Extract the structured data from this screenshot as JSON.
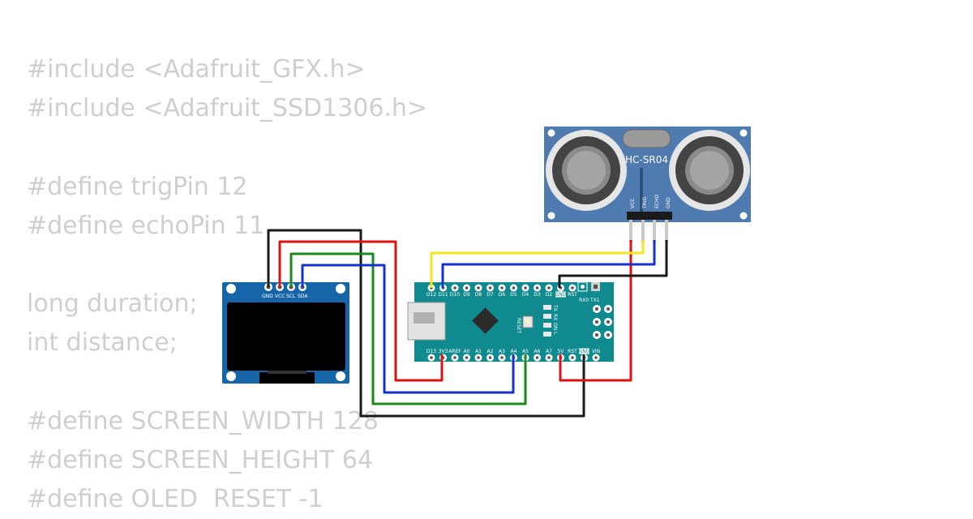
{
  "code": {
    "lines": [
      "#include <Adafruit_GFX.h>",
      "#include <Adafruit_SSD1306.h>",
      "",
      "#define trigPin 12",
      "#define echoPin 11",
      "",
      "long duration;",
      "int distance;",
      "",
      "#define SCREEN_WIDTH 128",
      "#define SCREEN_HEIGHT 64",
      "#define OLED  RESET -1"
    ]
  },
  "oled": {
    "pins": [
      "GND",
      "VCC",
      "SCL",
      "SDA"
    ],
    "board_color": "#1565a8"
  },
  "sensor": {
    "label": "HC-SR04",
    "pins": [
      "VCC",
      "TRIG",
      "ECHO",
      "GND"
    ],
    "board_color": "#4f7bb0"
  },
  "arduino": {
    "board_color": "#0f8a8f",
    "top_pins": [
      "D12",
      "D11",
      "D10",
      "D9",
      "D8",
      "D7",
      "D6",
      "D5",
      "D4",
      "D3",
      "D2",
      "GND",
      "RST"
    ],
    "bottom_pins": [
      "D13",
      "3V3",
      "AREF",
      "A0",
      "A1",
      "A2",
      "A3",
      "A4",
      "A5",
      "A6",
      "A7",
      "5V",
      "RST",
      "GND",
      "VIN"
    ],
    "rx_tx": "RX0 TX1",
    "reset_label": "RESET",
    "led_labels": [
      "TX",
      "RX",
      "ON",
      "L"
    ]
  },
  "wires": {
    "colors": {
      "black": "#1a1a1a",
      "red": "#dd1111",
      "green": "#1b8a1b",
      "blue": "#1530d0",
      "yellow": "#f2e51c"
    }
  }
}
